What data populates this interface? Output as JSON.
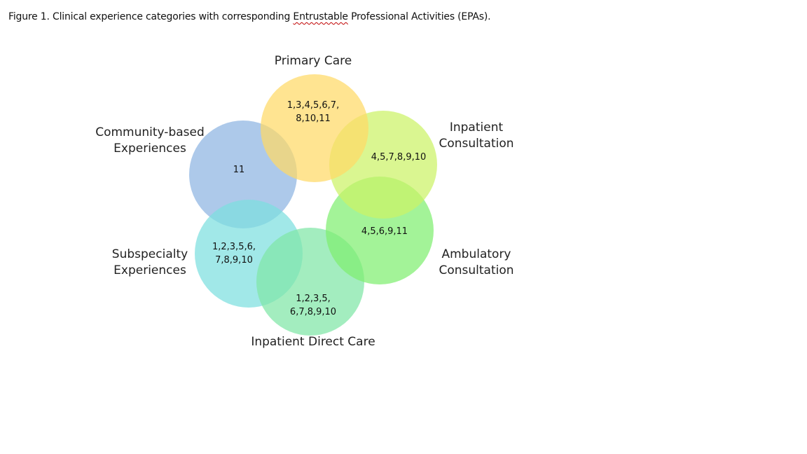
{
  "caption": {
    "prefix": "Figure 1. Clinical experience categories with corresponding ",
    "squiggle": "Entrustable",
    "suffix": " Professional Activities (EPAs)."
  },
  "categories": [
    {
      "key": "primary_care",
      "lines": [
        "Primary Care"
      ],
      "epas": [
        "1,3,4,5,6,7,",
        "8,10,11"
      ],
      "color": "#FFD966"
    },
    {
      "key": "inpatient_consultation",
      "lines": [
        "Inpatient",
        "Consultation"
      ],
      "epas": [
        "4,5,7,8,9,10"
      ],
      "color": "#CCF266"
    },
    {
      "key": "ambulatory_consultation",
      "lines": [
        "Ambulatory",
        "Consultation"
      ],
      "epas": [
        "4,5,6,9,11"
      ],
      "color": "#80EE70"
    },
    {
      "key": "inpatient_direct_care",
      "lines": [
        "Inpatient Direct Care"
      ],
      "epas": [
        "1,2,3,5,",
        "6,7,8,9,10"
      ],
      "color": "#7FE6A6"
    },
    {
      "key": "subspecialty_experiences",
      "lines": [
        "Subspecialty",
        "Experiences"
      ],
      "epas": [
        "1,2,3,5,6,",
        "7,8,9,10"
      ],
      "color": "#7DDFDF"
    },
    {
      "key": "community_based_experiences",
      "lines": [
        "Community-based",
        "Experiences"
      ],
      "epas": [
        "11"
      ],
      "color": "#8DB4E2"
    }
  ]
}
